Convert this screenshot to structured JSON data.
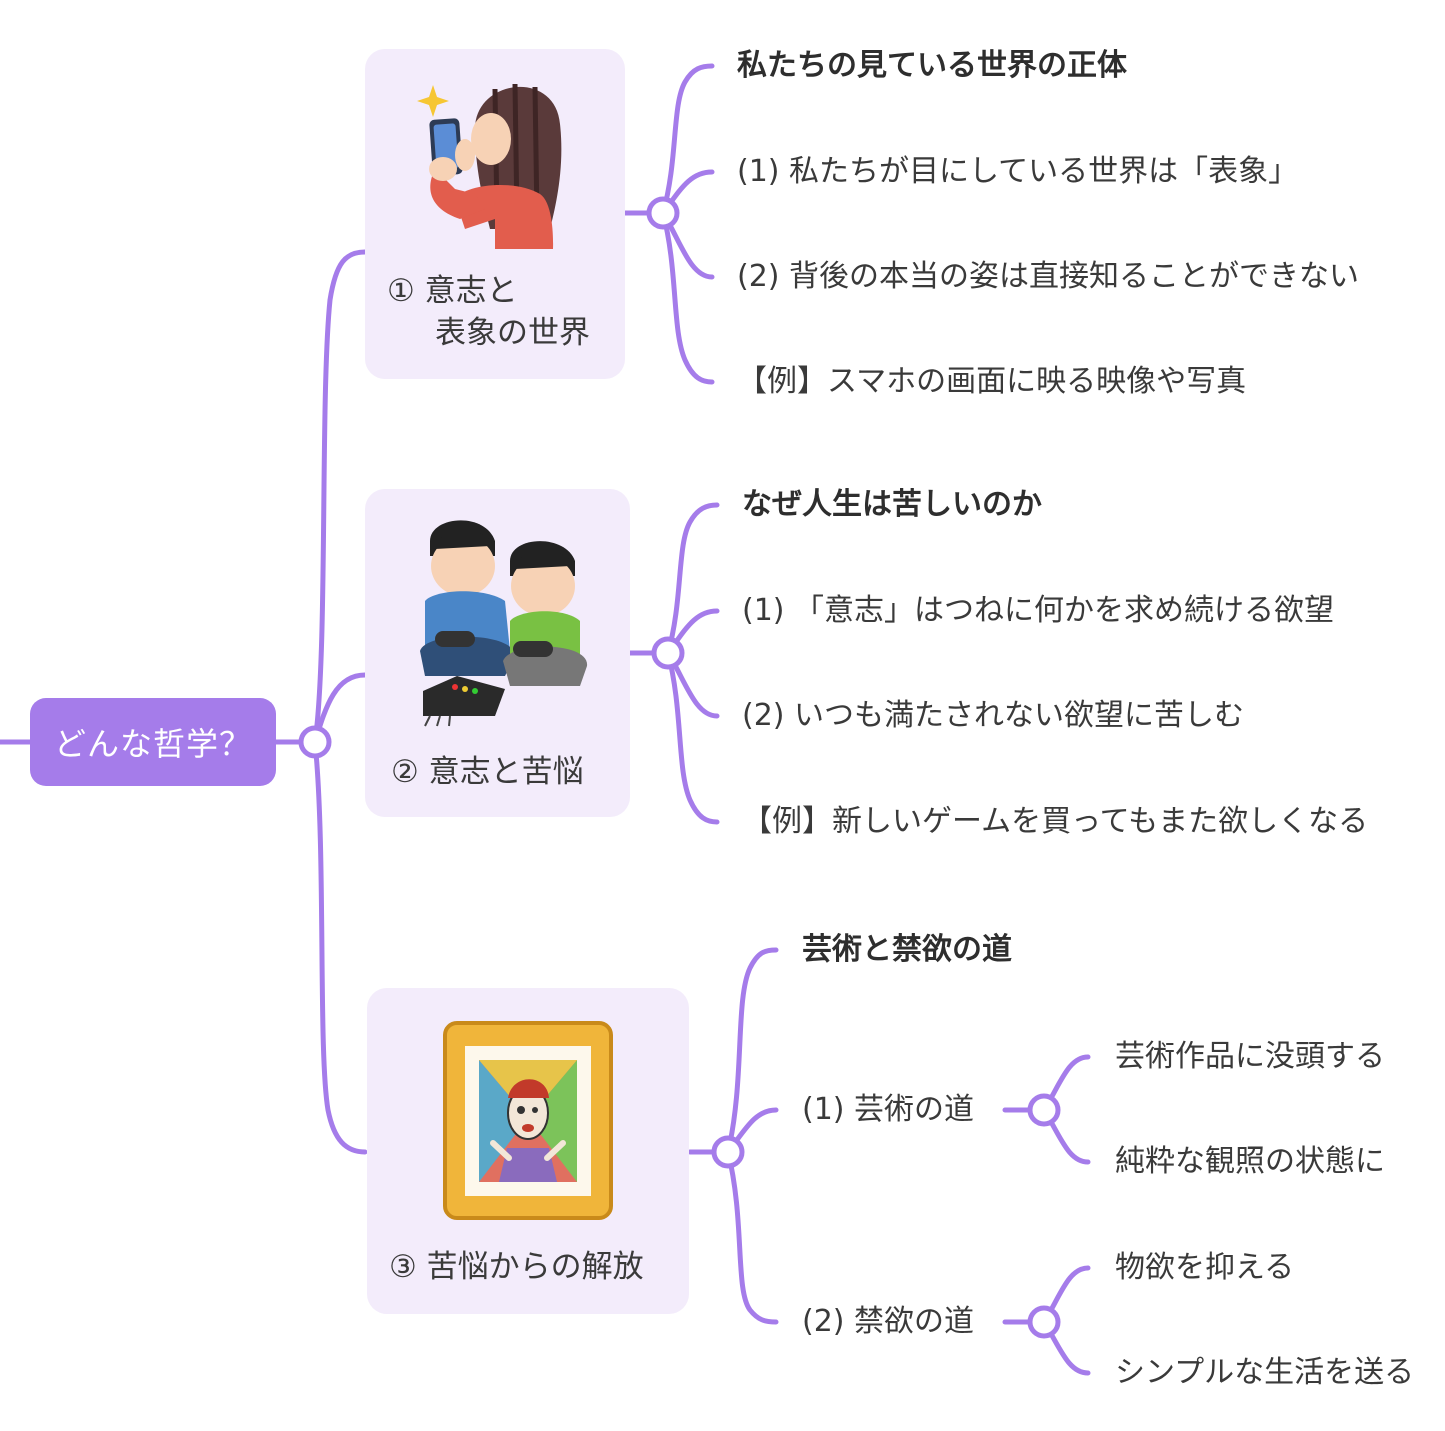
{
  "root": {
    "label": "どんな哲学？"
  },
  "colors": {
    "accent": "#a57cea",
    "card_bg": "#f3ecfb",
    "text": "#3a3a3a"
  },
  "branches": [
    {
      "title_line1": "① 意志と",
      "title_line2": "表象の世界",
      "illustration": "woman-with-smartphone-illustration",
      "heading": "私たちの見ている世界の正体",
      "items": [
        "(1) 私たちが目にしている世界は「表象」",
        "(2) 背後の本当の姿は直接知ることができない",
        "【例】スマホの画面に映る映像や写真"
      ]
    },
    {
      "title": "② 意志と苦悩",
      "illustration": "boys-playing-video-game-illustration",
      "heading": "なぜ人生は苦しいのか",
      "items": [
        "(1) 「意志」はつねに何かを求め続ける欲望",
        "(2) いつも満たされない欲望に苦しむ",
        "【例】新しいゲームを買ってもまた欲しくなる"
      ]
    },
    {
      "title": "③ 苦悩からの解放",
      "illustration": "framed-painting-illustration",
      "heading": "芸術と禁欲の道",
      "art_path": {
        "label": "(1) 芸術の道",
        "items": [
          "芸術作品に没頭する",
          "純粋な観照の状態に"
        ]
      },
      "ascetic_path": {
        "label": "(2) 禁欲の道",
        "items": [
          "物欲を抑える",
          "シンプルな生活を送る"
        ]
      }
    }
  ]
}
